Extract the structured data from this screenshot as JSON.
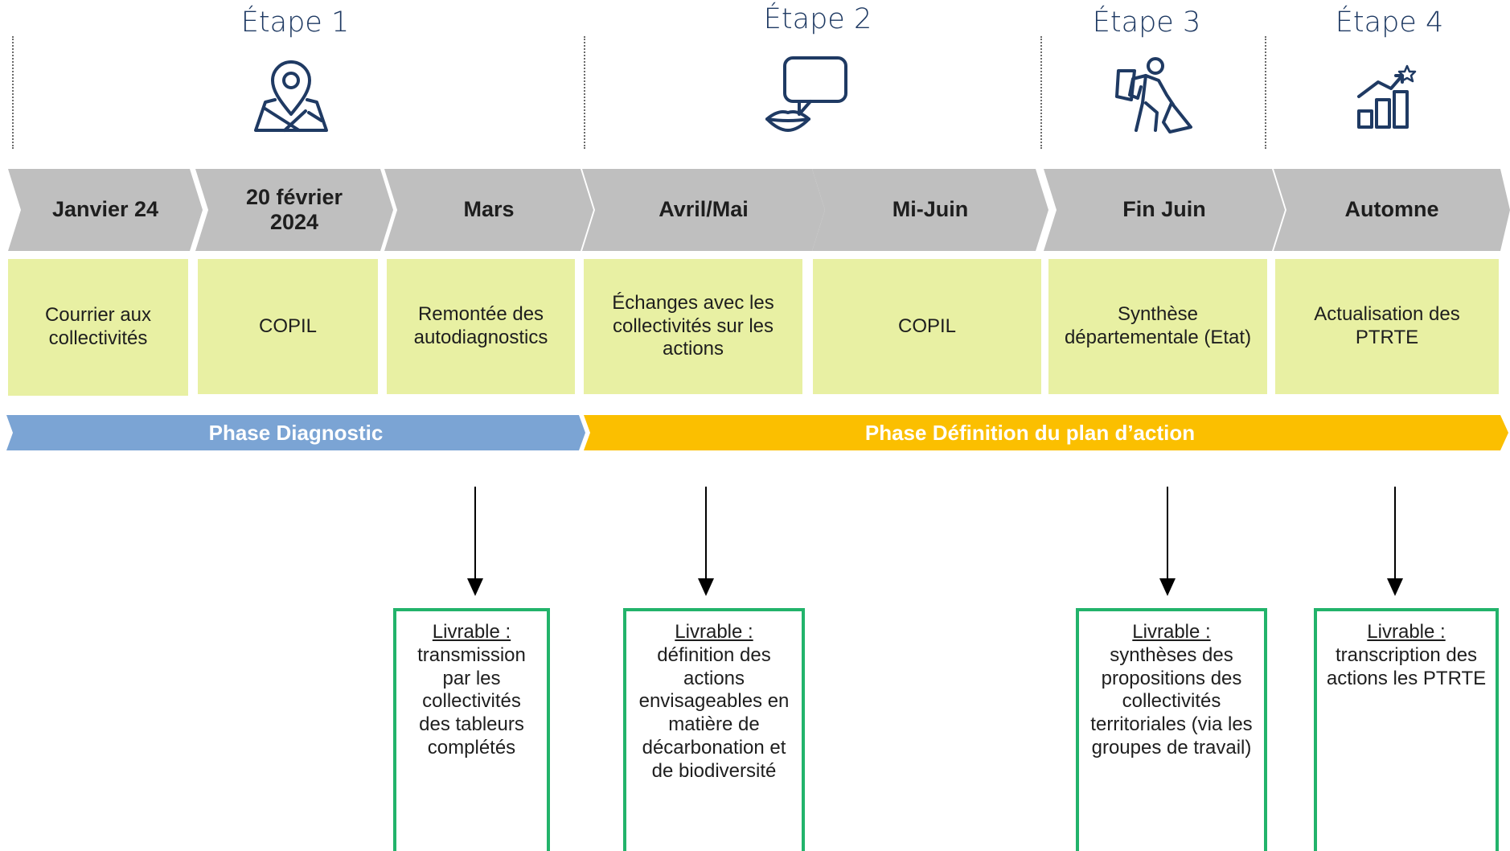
{
  "steps": [
    {
      "title": "Étape 1",
      "icon": "map-pin-icon"
    },
    {
      "title": "Étape 2",
      "icon": "speech-bubble-icon"
    },
    {
      "title": "Étape 3",
      "icon": "worker-shovel-icon"
    },
    {
      "title": "Étape 4",
      "icon": "growth-chart-icon"
    }
  ],
  "timeline": [
    {
      "date": "Janvier 24",
      "task": "Courrier aux collectivités"
    },
    {
      "date": "20 février 2024",
      "task": "COPIL"
    },
    {
      "date": "Mars",
      "task": "Remontée des autodiagnostics"
    },
    {
      "date": "Avril/Mai",
      "task": "Échanges avec les collectivités sur les actions"
    },
    {
      "date": "Mi-Juin",
      "task": "COPIL"
    },
    {
      "date": "Fin Juin",
      "task": "Synthèse départementale (Etat)"
    },
    {
      "date": "Automne",
      "task": "Actualisation des PTRTE"
    }
  ],
  "phases": [
    {
      "label": "Phase Diagnostic",
      "color": "#7ba4d4"
    },
    {
      "label": "Phase Définition du plan d’action",
      "color": "#fbbf00"
    }
  ],
  "deliverables": [
    {
      "title": "Livrable :",
      "text": "transmission par les collectivités des tableurs complétés"
    },
    {
      "title": "Livrable :",
      "text": "définition des actions envisageables en matière de décarbonation et de biodiversité"
    },
    {
      "title": "Livrable :",
      "text": "synthèses des propositions des collectivités territoriales (via les groupes de travail)"
    },
    {
      "title": "Livrable :",
      "text": "transcription des actions les PTRTE"
    }
  ],
  "colors": {
    "chevron": "#bfbfbf",
    "task_bg": "#e8f0a3",
    "deliverable_border": "#22b36b",
    "step_title": "#1f3a63"
  }
}
